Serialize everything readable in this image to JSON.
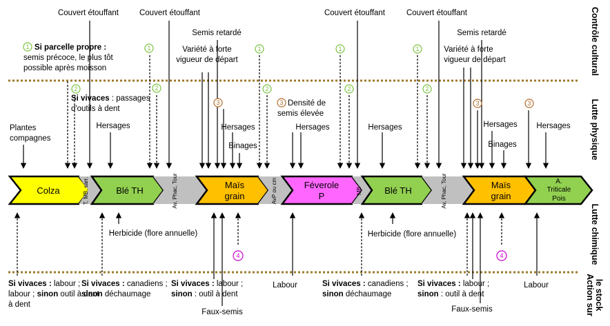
{
  "colors": {
    "yellow": "#ffff00",
    "green": "#92d050",
    "orange": "#ffc000",
    "magenta": "#ff66ff",
    "grey": "#c0c0c0",
    "dotted_line": "#9c7a2a",
    "circle_1": "#79c23e",
    "circle_2": "#79c23e",
    "circle_3": "#b36b2a",
    "circle_4": "#cc00cc"
  },
  "sections": {
    "controle": "Contrôle cultural",
    "physique": "Lutte physique",
    "chimique": "Lutte chimique",
    "stock_line1": "Action sur",
    "stock_line2": "le stock"
  },
  "rotation": {
    "colza": "Colza",
    "t_mb_sarr": "T, MB, sarr.",
    "ble_1": "Blé TH",
    "av_phac_1": "Av, Phac, Tour",
    "mais_1_a": "Maïs",
    "mais_1_b": "grain",
    "avp_ou_cm": "AvP ou cm",
    "feverole_a": "Féverole",
    "feverole_b": "P",
    "mb": "MB",
    "ble_2": "Blé TH",
    "av_phac_2": "Av, Phac, Tour",
    "mais_2_a": "Maïs",
    "mais_2_b": "grain",
    "triticale_a": "A.",
    "triticale_b": "Triticale",
    "triticale_c": "Pois"
  },
  "numbers": {
    "n1": "1",
    "n2": "2",
    "n3": "3",
    "n4": "4"
  },
  "labels": {
    "couvert_1": "Couvert étouffant",
    "couvert_2": "Couvert étouffant",
    "couvert_3": "Couvert étouffant",
    "couvert_4": "Couvert étouffant",
    "semis_retarde_1": "Semis retardé",
    "semis_retarde_2": "Semis retardé",
    "variete_1a": "Variété à forte",
    "variete_1b": "vigueur de départ",
    "variete_2a": "Variété à forte",
    "variete_2b": "vigueur de départ",
    "parcelle_bold": "Si parcelle propre :",
    "parcelle_2": "semis précoce, le plus tôt",
    "parcelle_3": "possible après moisson",
    "vivaces_bold": "Si vivaces",
    "vivaces_rest": " : passages",
    "vivaces_2": "d'outils à dent",
    "densite_1": "Densité de",
    "densite_2": "semis élevée",
    "plantes_1": "Plantes",
    "plantes_2": "compagnes",
    "hersages_1": "Hersages",
    "hersages_2": "Hersages",
    "hersages_3": "Hersages",
    "hersages_4": "Hersages",
    "hersages_5": "Hersages",
    "hersages_6": "Hersages",
    "binages_1": "Binages",
    "binages_2": "Binages",
    "herbicide_1": "Herbicide (flore annuelle)",
    "herbicide_2": "Herbicide (flore annuelle)",
    "faux_semis_1": "Faux-semis",
    "faux_semis_2": "Faux-semis",
    "labour_1": "Labour",
    "labour_2": "Labour",
    "s1_bold": "Si vivaces :",
    "s1_rest": " labour ;",
    "s1_l2_bold": "sinon",
    "s1_l2_rest": " outil à dent",
    "s2_bold": "Si vivaces :",
    "s2_rest": " canadiens ;",
    "s2_l2_bold": "sinon",
    "s2_l2_rest": " déchaumage",
    "s3_bold": "Si vivaces :",
    "s3_rest": " labour ;",
    "s3_l2_bold": "sinon",
    "s3_l2_rest": " : outil à dent",
    "s4_bold": "Si vivaces :",
    "s4_rest": " canadiens ;",
    "s4_l2_bold": "sinon",
    "s4_l2_rest": " déchaumage",
    "s5_bold": "Si vivaces :",
    "s5_rest": " labour ;",
    "s5_l2_bold": "sinon",
    "s5_l2_rest": " : outil à dent"
  }
}
